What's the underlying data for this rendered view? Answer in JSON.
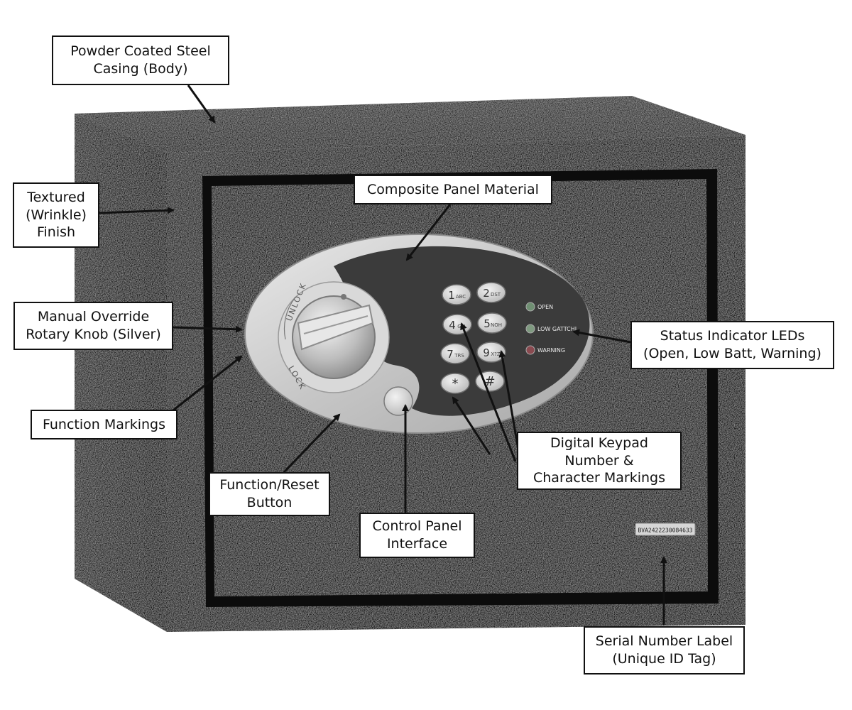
{
  "callouts": {
    "casing": {
      "line1": "Powder Coated Steel",
      "line2": "Casing (Body)"
    },
    "finish": {
      "line1": "Textured",
      "line2": "(Wrinkle)",
      "line3": "Finish"
    },
    "panel_material": {
      "line1": "Composite Panel Material"
    },
    "knob": {
      "line1": "Manual Override",
      "line2": "Rotary Knob (Silver)"
    },
    "leds": {
      "line1": "Status Indicator LEDs",
      "line2": "(Open, Low Batt, Warning)"
    },
    "function_markings": {
      "line1": "Function Markings"
    },
    "keypad": {
      "line1": "Digital Keypad",
      "line2": "Number &",
      "line3": "Character Markings"
    },
    "reset_button": {
      "line1": "Function/Reset",
      "line2": "Button"
    },
    "control_panel": {
      "line1": "Control Panel",
      "line2": "Interface"
    },
    "serial": {
      "line1": "Serial Number Label",
      "line2": "(Unique ID Tag)"
    }
  },
  "safe": {
    "knob_markings": {
      "unlock": "UNLOCK",
      "lock": "LOCK"
    },
    "keys": [
      {
        "num": "1",
        "letters": "ABC"
      },
      {
        "num": "2",
        "letters": "DST"
      },
      {
        "num": "4",
        "letters": "GLI"
      },
      {
        "num": "5",
        "letters": "NOH"
      },
      {
        "num": "7",
        "letters": "TRS"
      },
      {
        "num": "9",
        "letters": "X?Z"
      },
      {
        "num": "*",
        "letters": ""
      },
      {
        "num": "#",
        "letters": ""
      }
    ],
    "leds": [
      {
        "label": "OPEN",
        "color": "#6f8f72"
      },
      {
        "label": "LOW GATTCHI",
        "color": "#7f9a80"
      },
      {
        "label": "WARNING",
        "color": "#8a4a50"
      }
    ],
    "serial_label": "BVA2422230084633"
  },
  "colors": {
    "body_dark": "#1c1c1c",
    "panel_silver": "#cfcfcf",
    "callout_border": "#111111"
  }
}
